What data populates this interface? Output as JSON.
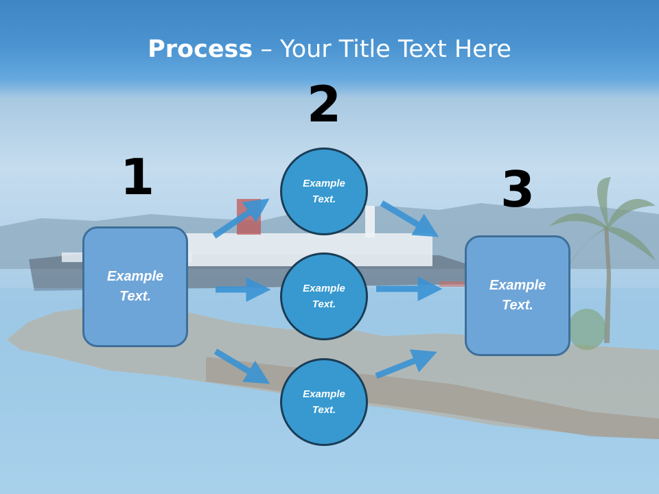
{
  "title": {
    "bold": "Process",
    "rest": " – Your Title Text Here"
  },
  "steps": [
    {
      "number": "1",
      "text": "Example\nText."
    },
    {
      "number": "2",
      "text": "Example\nText."
    },
    {
      "number": "3",
      "text": "Example\nText."
    }
  ],
  "circles": [
    {
      "text": "Example\nText."
    },
    {
      "text": "Example\nText."
    },
    {
      "text": "Example\nText."
    }
  ],
  "colors": {
    "box_fill": "#6ea5d8",
    "circle_fill": "#3799cf",
    "arrow": "#3a93d4"
  },
  "icons": [
    "arrow-right-icon"
  ]
}
